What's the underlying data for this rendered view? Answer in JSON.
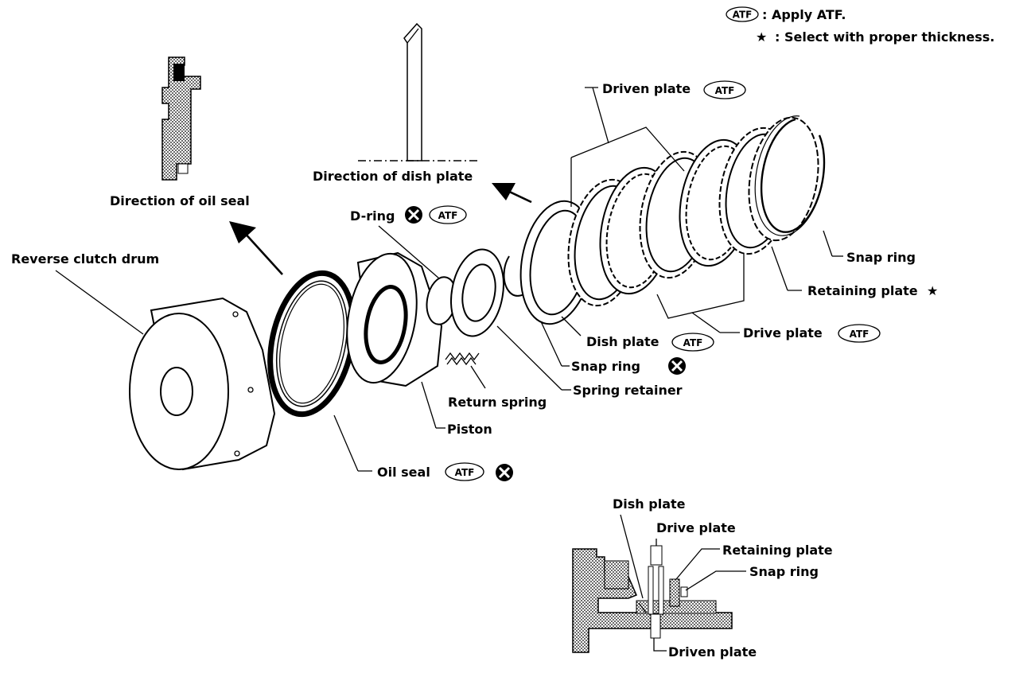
{
  "legend": {
    "atf_badge": "ATF",
    "atf_text": ": Apply ATF.",
    "star_symbol": "★",
    "star_text": ": Select with proper thickness."
  },
  "labels": {
    "direction_oil_seal": "Direction of oil seal",
    "direction_dish_plate": "Direction of dish plate",
    "reverse_clutch_drum": "Reverse clutch drum",
    "d_ring": "D-ring",
    "driven_plate": "Driven plate",
    "snap_ring_outer": "Snap ring",
    "retaining_plate": "Retaining plate",
    "drive_plate": "Drive plate",
    "dish_plate": "Dish plate",
    "snap_ring_inner": "Snap ring",
    "spring_retainer": "Spring retainer",
    "return_spring": "Return spring",
    "piston": "Piston",
    "oil_seal": "Oil seal",
    "atf": "ATF"
  },
  "detail": {
    "dish_plate": "Dish plate",
    "drive_plate": "Drive plate",
    "retaining_plate": "Retaining plate",
    "snap_ring": "Snap ring",
    "driven_plate": "Driven plate"
  },
  "colors": {
    "ink": "#000000",
    "paper": "#ffffff"
  },
  "icons": {
    "replace": "circle-x-icon",
    "atf": "atf-badge-icon",
    "star": "star-icon"
  }
}
